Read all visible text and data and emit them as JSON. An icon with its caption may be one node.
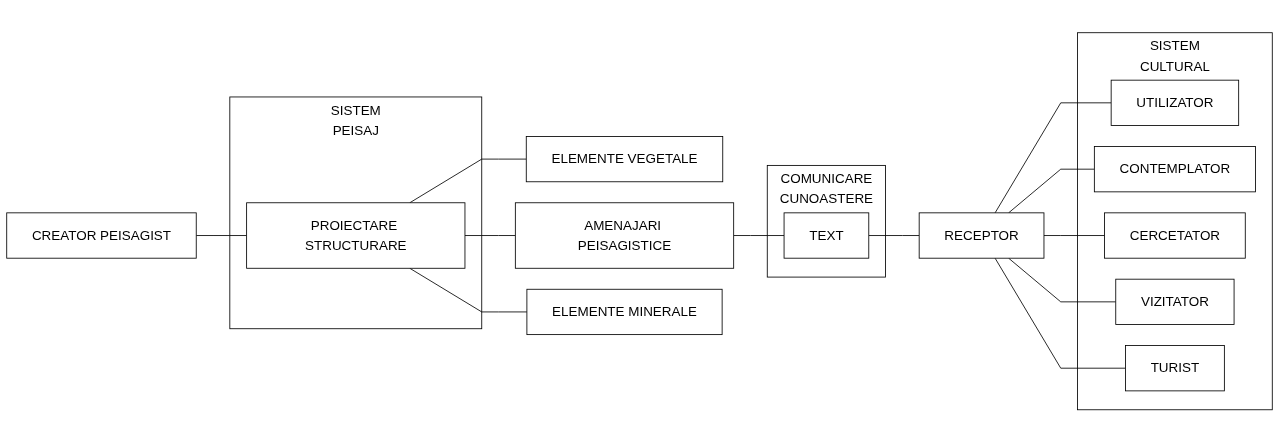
{
  "diagram": {
    "nodes": [
      {
        "text": [
          "SISTEM",
          "PEISAJ"
        ]
      },
      {
        "text": [
          "CREATOR PEISAGIST"
        ]
      },
      {
        "text": [
          "PROIECTARE STRUCTURARE"
        ],
        "in": 0
      },
      {
        "text": [
          "ELEMENTE VEGETALE"
        ]
      },
      {
        "text": [
          "AMENAJARI PEISAGISTICE"
        ]
      },
      {
        "text": [
          "ELEMENTE MINERALE"
        ]
      },
      {
        "text": [
          "COMUNICARE",
          "CUNOASTERE"
        ]
      },
      {
        "text": [
          "TEXT"
        ],
        "in": 6
      },
      {
        "text": [
          "RECEPTOR"
        ]
      },
      {
        "text": [
          "SISTEM",
          "CULTURAL"
        ]
      },
      {
        "text": [
          "UTILIZATOR"
        ],
        "in": 9
      },
      {
        "text": [
          "CONTEMPLATOR"
        ],
        "in": 9
      },
      {
        "text": [
          "CERCETATOR"
        ],
        "in": 9
      },
      {
        "text": [
          "VIZITATOR"
        ],
        "in": 9
      },
      {
        "text": [
          "TURIST"
        ],
        "in": 9
      }
    ],
    "edges": [
      {
        "from": 1,
        "to": 2,
        "arrow": "none"
      },
      {
        "from": 2,
        "to": 3,
        "arrow": "none"
      },
      {
        "from": 2,
        "to": 4,
        "arrow": "none"
      },
      {
        "from": 2,
        "to": 5,
        "arrow": "none"
      },
      {
        "from": 4,
        "to": 7,
        "arrow": "none"
      },
      {
        "from": 7,
        "to": 8,
        "arrow": "none"
      },
      {
        "from": 8,
        "to": 10,
        "arrow": "none"
      },
      {
        "from": 8,
        "to": 11,
        "arrow": "none"
      },
      {
        "from": 8,
        "to": 12,
        "arrow": "none"
      },
      {
        "from": 8,
        "to": 13,
        "arrow": "none"
      },
      {
        "from": 8,
        "to": 14,
        "arrow": "none"
      }
    ]
  }
}
